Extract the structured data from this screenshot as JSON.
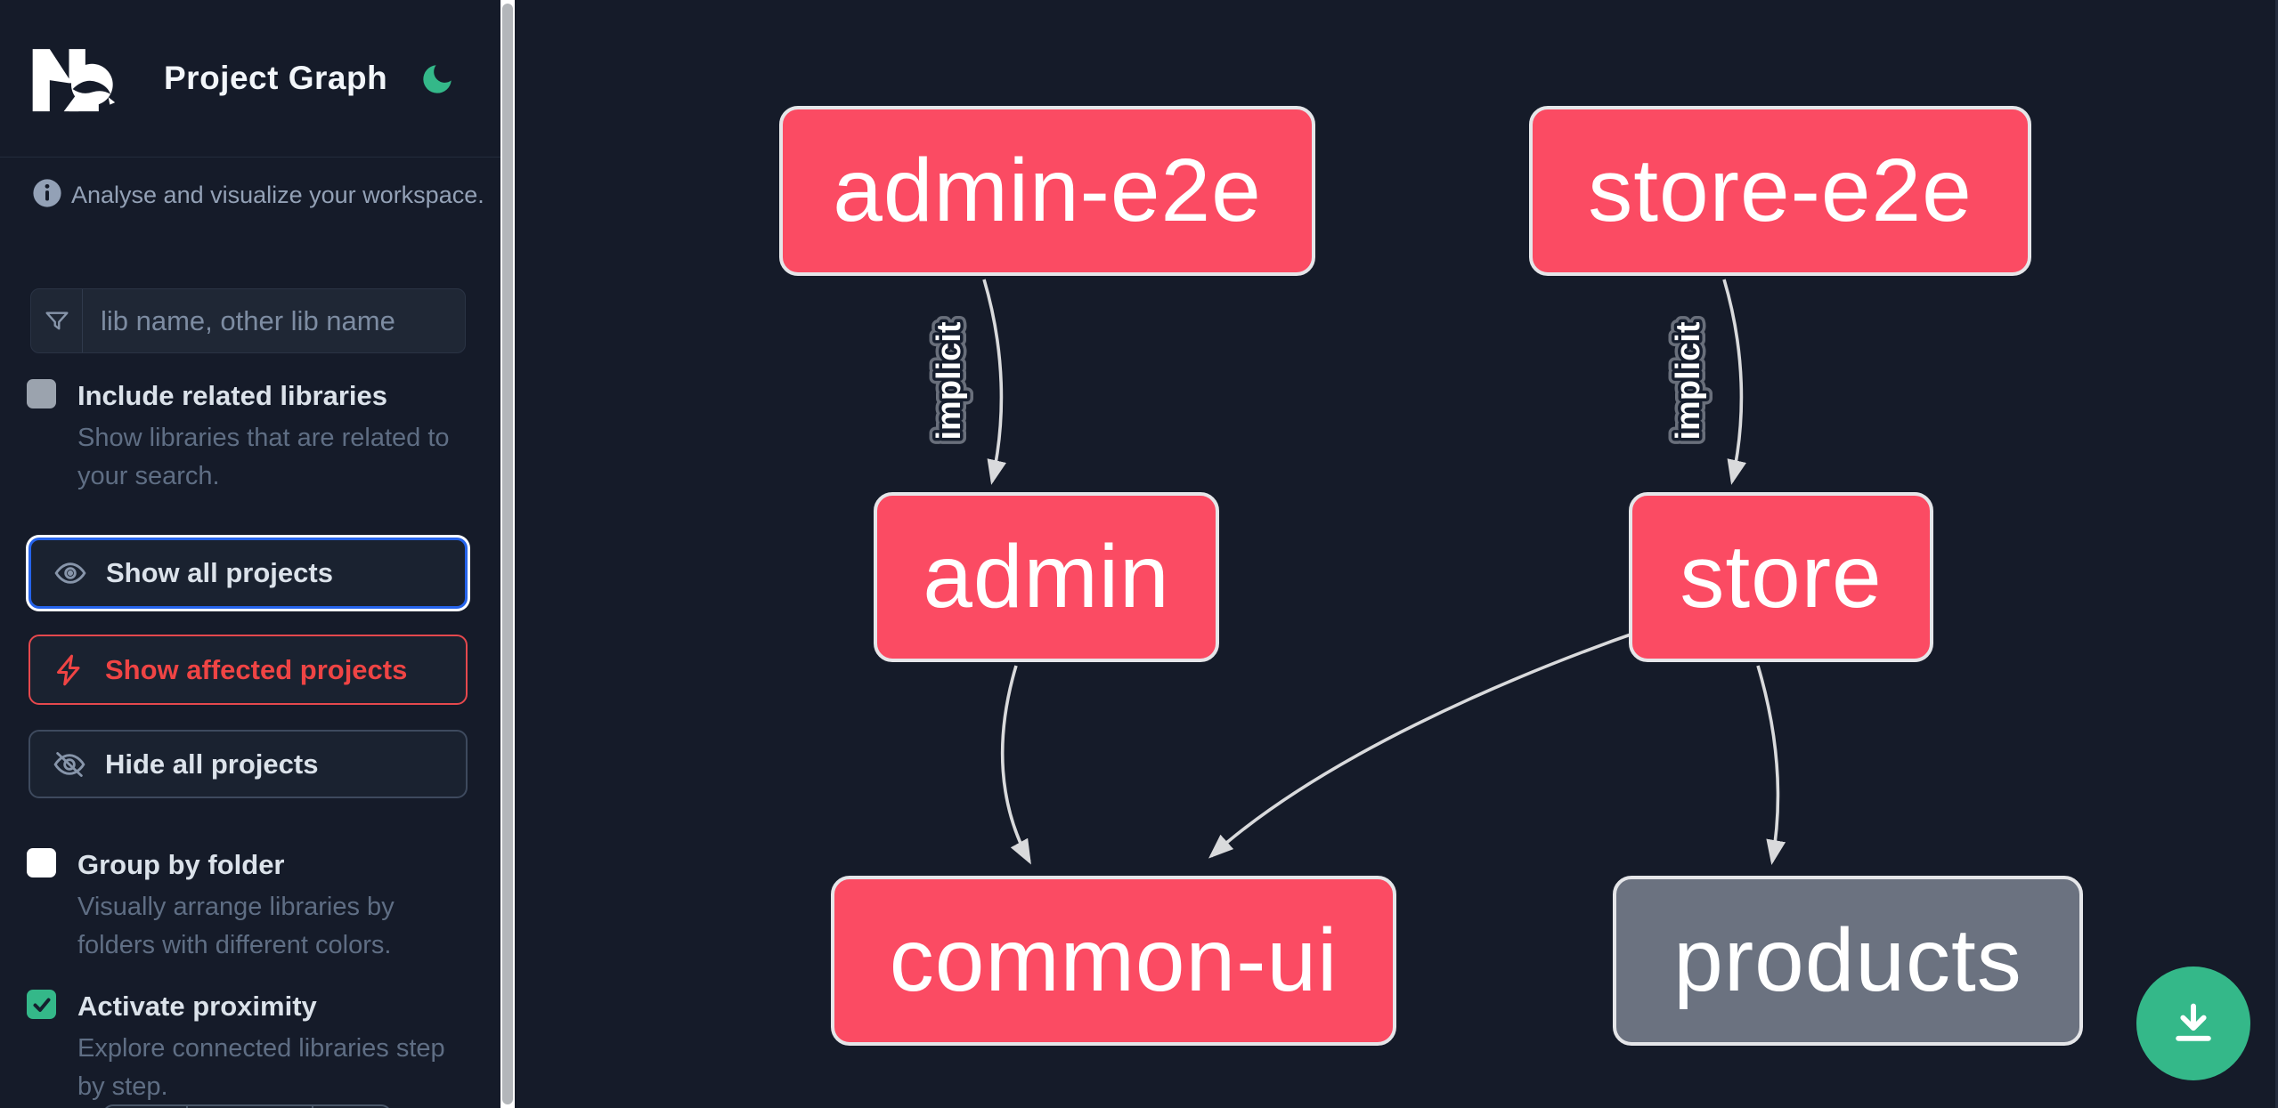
{
  "header": {
    "title": "Project Graph",
    "logo": "nx-logo",
    "theme_toggle": "moon"
  },
  "sidebar": {
    "tagline": "Analyse and visualize your workspace.",
    "search": {
      "placeholder": "lib name, other lib name",
      "value": "",
      "icon": "funnel"
    },
    "toggles": [
      {
        "label": "Include related libraries",
        "description": "Show libraries that are related to your search.",
        "checked": false,
        "disabled": true
      },
      {
        "label": "Group by folder",
        "description": "Visually arrange libraries by folders with different colors.",
        "checked": false,
        "disabled": false
      },
      {
        "label": "Activate proximity",
        "description": "Explore connected libraries step by step.",
        "checked": true,
        "disabled": false
      }
    ],
    "actions": [
      {
        "label": "Show all projects",
        "icon": "eye",
        "state": "focused"
      },
      {
        "label": "Show affected projects",
        "icon": "bolt",
        "state": "affected"
      },
      {
        "label": "Hide all projects",
        "icon": "eye-slash",
        "state": "default"
      }
    ]
  },
  "graph": {
    "nodes": [
      {
        "id": "admin-e2e",
        "label": "admin-e2e",
        "kind": "affected"
      },
      {
        "id": "store-e2e",
        "label": "store-e2e",
        "kind": "affected"
      },
      {
        "id": "admin",
        "label": "admin",
        "kind": "affected"
      },
      {
        "id": "store",
        "label": "store",
        "kind": "affected"
      },
      {
        "id": "common-ui",
        "label": "common-ui",
        "kind": "affected"
      },
      {
        "id": "products",
        "label": "products",
        "kind": "normal"
      }
    ],
    "edges": [
      {
        "source": "admin-e2e",
        "target": "admin",
        "label": "implicit"
      },
      {
        "source": "store-e2e",
        "target": "store",
        "label": "implicit"
      },
      {
        "source": "admin",
        "target": "common-ui",
        "label": ""
      },
      {
        "source": "store",
        "target": "common-ui",
        "label": ""
      },
      {
        "source": "store",
        "target": "products",
        "label": ""
      }
    ],
    "download_icon": "download"
  },
  "colors": {
    "background": "#151b29",
    "affected_node": "#fb4b63",
    "normal_node": "#6b7280",
    "node_border": "#e5e6e9",
    "edge": "#d9dadc",
    "accent_green": "#34b889",
    "accent_blue": "#2563eb",
    "accent_red": "#ef4444"
  }
}
